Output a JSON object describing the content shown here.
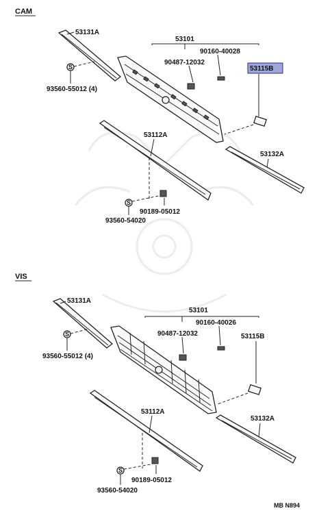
{
  "sections": [
    {
      "id": "cam",
      "title": "CAM",
      "labels": {
        "grille_assy": "53101",
        "molding_upper": "53131A",
        "clip_upper": "93560-55012 (4)",
        "screw": "90160-40028",
        "nut": "90487-12032",
        "retainer": "53115B",
        "molding_lower": "53112A",
        "molding_side": "53132A",
        "clip_lower_fastener": "90189-05012",
        "clip_lower": "93560-54020"
      },
      "highlighted": "53115B"
    },
    {
      "id": "vis",
      "title": "VIS",
      "labels": {
        "grille_assy": "53101",
        "molding_upper": "53131A",
        "clip_upper": "93560-55012 (4)",
        "screw": "90160-40026",
        "nut": "90487-12032",
        "retainer": "53115B",
        "molding_lower": "53112A",
        "molding_side": "53132A",
        "clip_lower_fastener": "90189-05012",
        "clip_lower": "93560-54020"
      }
    }
  ],
  "footer_code": "MB N894",
  "colors": {
    "highlight": "#9ea6dc",
    "ink": "#111111"
  }
}
